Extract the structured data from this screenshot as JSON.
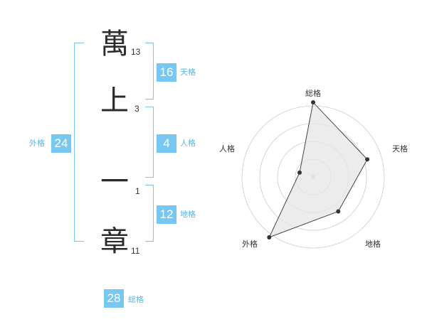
{
  "characters": [
    {
      "char": "萬",
      "strokes": "13"
    },
    {
      "char": "上",
      "strokes": "3"
    },
    {
      "char": "一",
      "strokes": "1"
    },
    {
      "char": "章",
      "strokes": "11"
    }
  ],
  "kakusu": {
    "tenkaku": {
      "label": "天格",
      "value": "16"
    },
    "jinkaku": {
      "label": "人格",
      "value": "4"
    },
    "chikaku": {
      "label": "地格",
      "value": "12"
    },
    "gaikaku": {
      "label": "外格",
      "value": "24"
    },
    "soukaku": {
      "label": "総格",
      "value": "28"
    }
  },
  "chart_data": {
    "type": "radar",
    "axes": [
      "総格",
      "天格",
      "地格",
      "外格",
      "人格"
    ],
    "values": [
      28,
      16,
      12,
      24,
      4
    ],
    "rmax": 20,
    "rings": 4,
    "colors": {
      "line": "#333333",
      "fill": "#e6e6e6",
      "ring": "#cccccc",
      "center": "#d0d0d0"
    }
  }
}
